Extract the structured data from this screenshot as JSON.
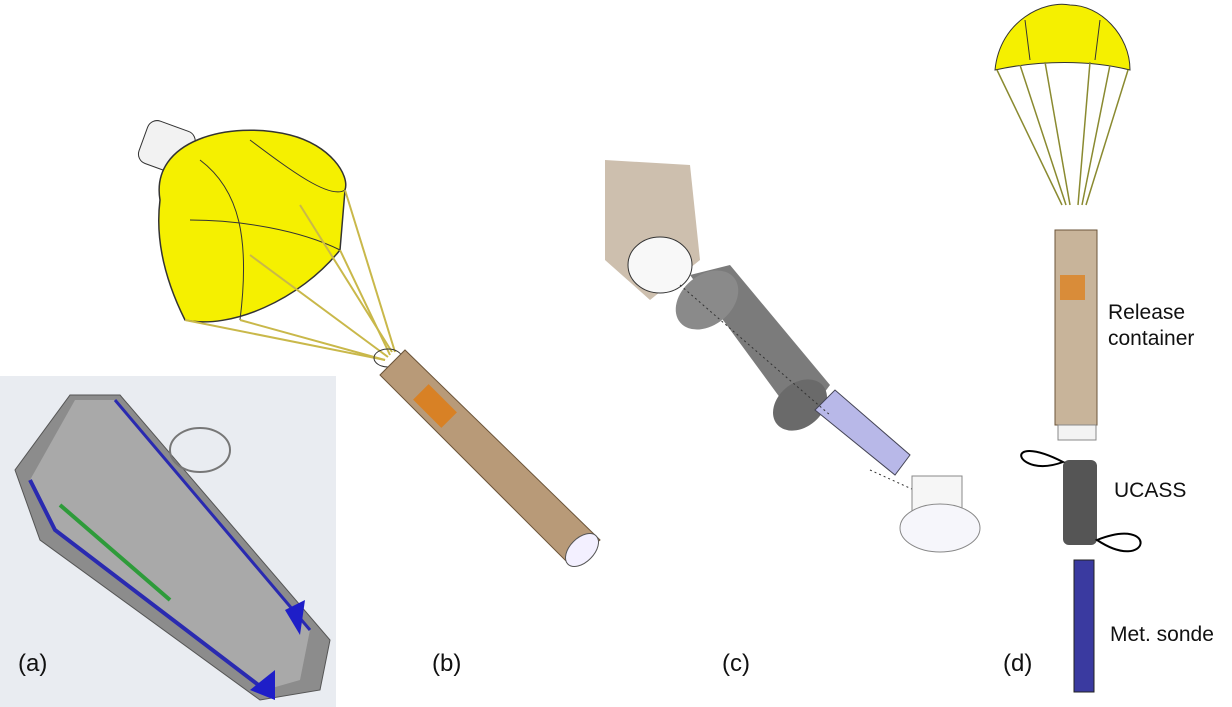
{
  "panels": [
    {
      "label": "(a)"
    },
    {
      "label": "(b)"
    },
    {
      "label": "(c)"
    },
    {
      "label": "(d)"
    }
  ],
  "annotations": {
    "release_line1": "Release",
    "release_line2": "container",
    "ucass": "UCASS",
    "met_sonde": "Met. sonde"
  },
  "colors": {
    "canopy": "#f5f000",
    "tube": "#b89a78",
    "grey": "#6d6d6d",
    "sonde": "#3a3aa0"
  }
}
